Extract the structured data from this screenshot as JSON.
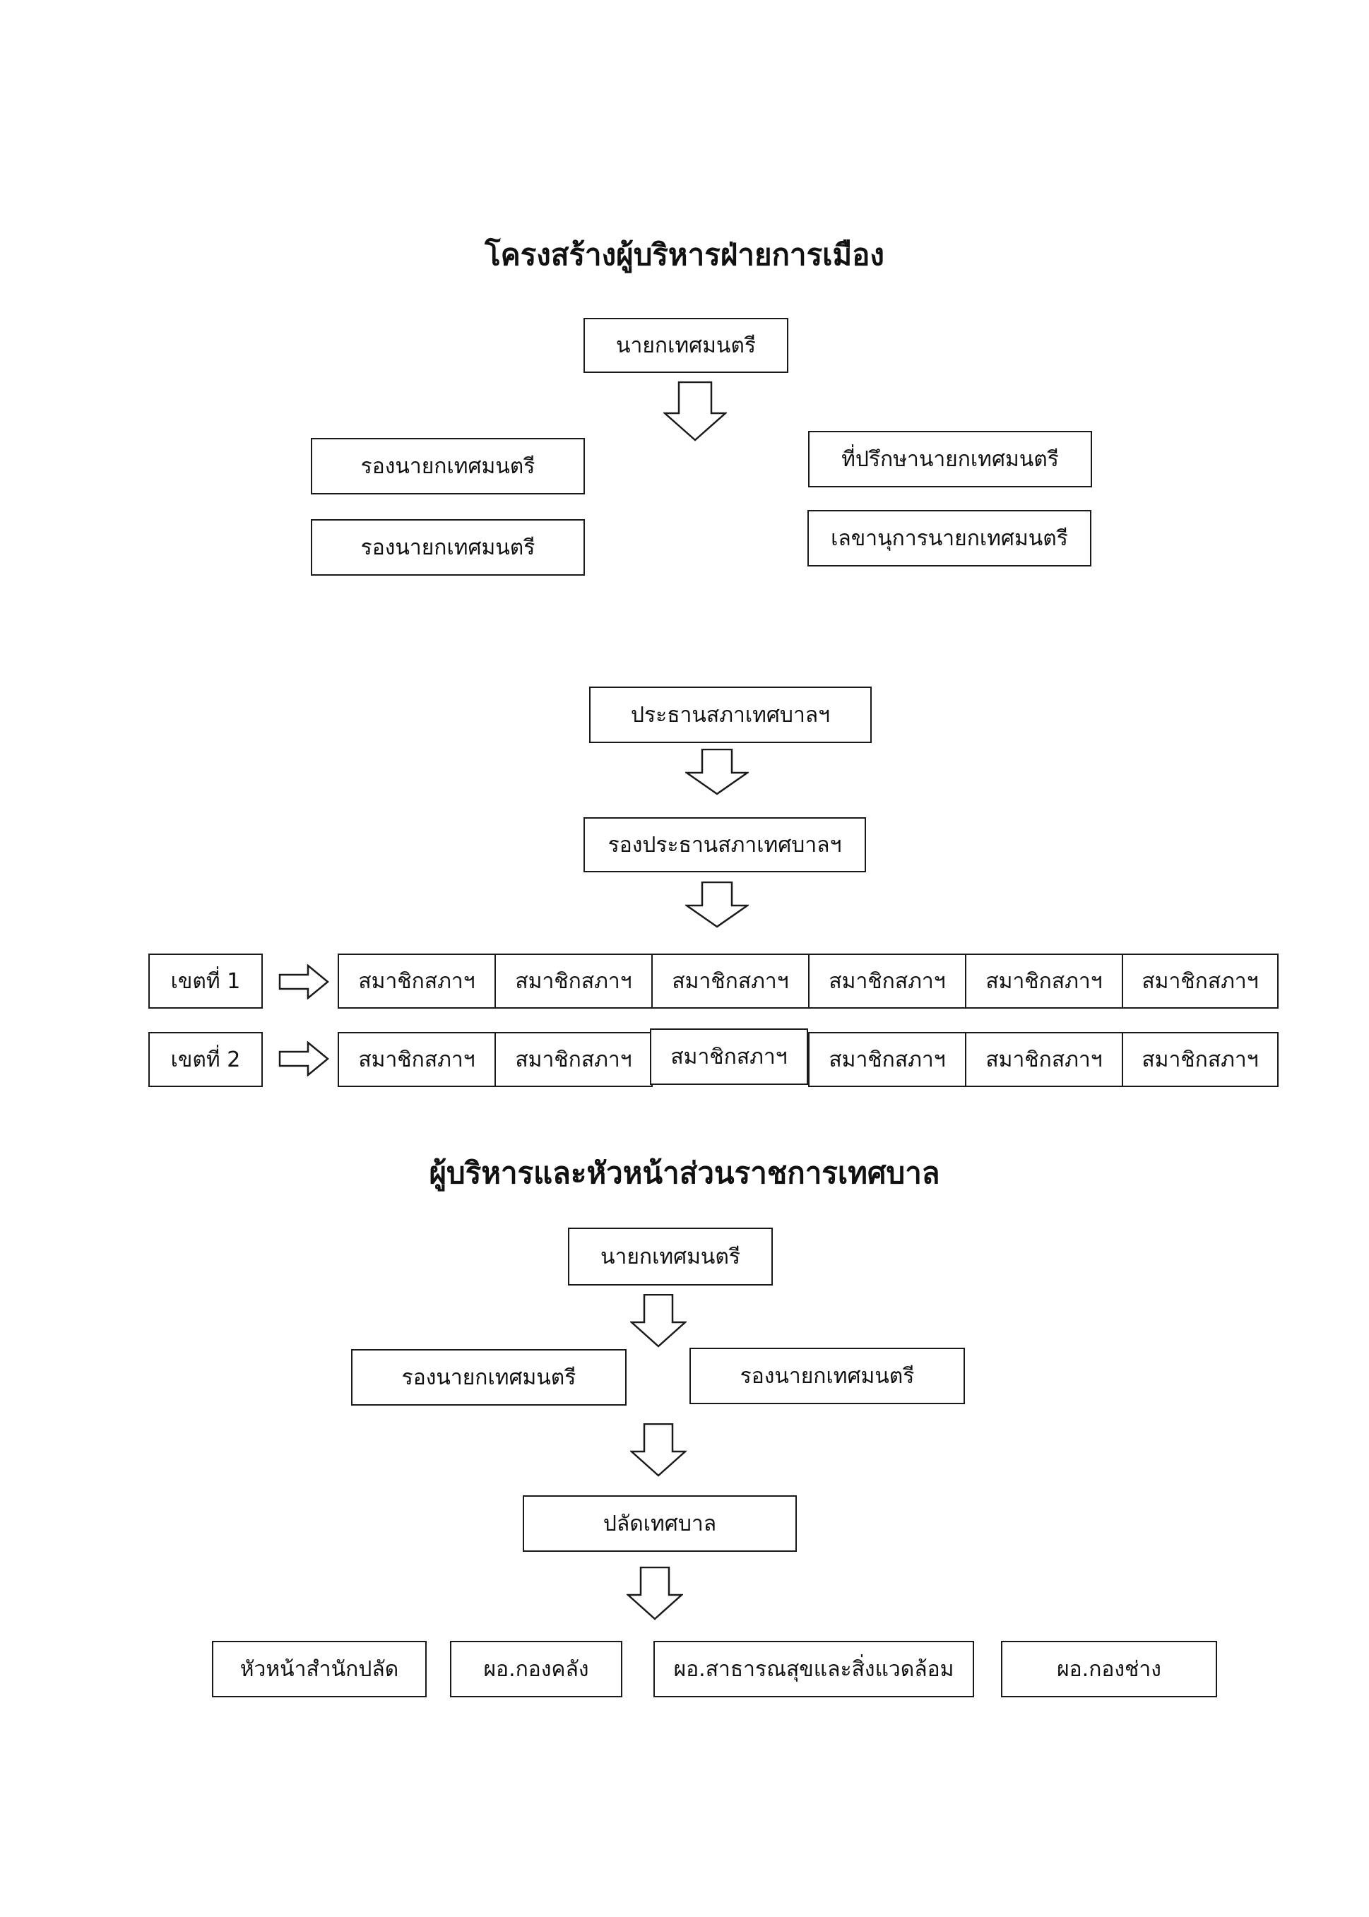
{
  "section1": {
    "title": "โครงสร้างผู้บริหารฝ่ายการเมือง",
    "mayor": "นายกเทศมนตรี",
    "deputy_mayors": [
      "รองนายกเทศมนตรี",
      "รองนายกเทศมนตรี"
    ],
    "advisor": "ที่ปรึกษานายกเทศมนตรี",
    "secretary": "เลขานุการนายกเทศมนตรี"
  },
  "council": {
    "chairman": "ประธานสภาเทศบาลฯ",
    "vice_chairman": "รองประธานสภาเทศบาลฯ",
    "districts": [
      {
        "label": "เขตที่ 1",
        "members": [
          "สมาชิกสภาฯ",
          "สมาชิกสภาฯ",
          "สมาชิกสภาฯ",
          "สมาชิกสภาฯ",
          "สมาชิกสภาฯ",
          "สมาชิกสภาฯ"
        ]
      },
      {
        "label": "เขตที่ 2",
        "members": [
          "สมาชิกสภาฯ",
          "สมาชิกสภาฯ",
          "สมาชิกสภาฯ",
          "สมาชิกสภาฯ",
          "สมาชิกสภาฯ",
          "สมาชิกสภาฯ"
        ]
      }
    ]
  },
  "section2": {
    "title": "ผู้บริหารและหัวหน้าส่วนราชการเทศบาล",
    "mayor": "นายกเทศมนตรี",
    "deputy_mayors": [
      "รองนายกเทศมนตรี",
      "รองนายกเทศมนตรี"
    ],
    "clerk": "ปลัดเทศบาล",
    "departments": [
      "หัวหน้าสำนักปลัด",
      "ผอ.กองคลัง",
      "ผอ.สาธารณสุขและสิ่งแวดล้อม",
      "ผอ.กองช่าง"
    ]
  }
}
